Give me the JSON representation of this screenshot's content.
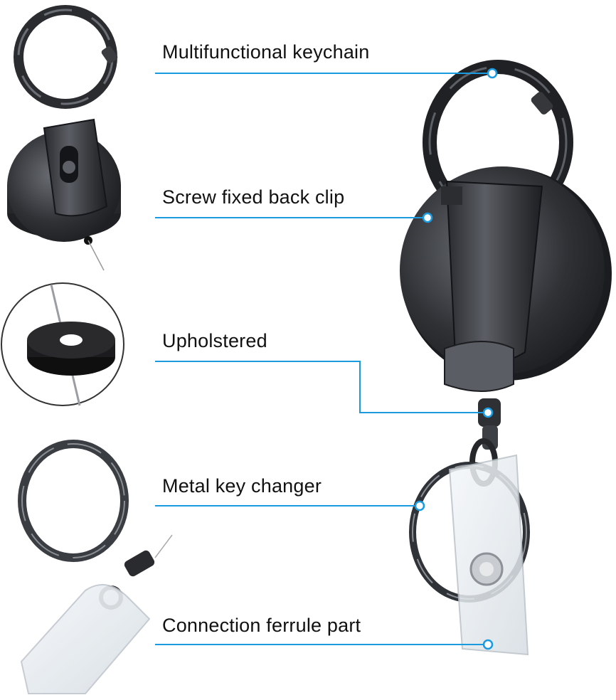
{
  "callouts": [
    {
      "id": "keychain",
      "text": "Multifunctional keychain"
    },
    {
      "id": "back-clip",
      "text": "Screw fixed back clip"
    },
    {
      "id": "upholstered",
      "text": "Upholstered"
    },
    {
      "id": "key-changer",
      "text": "Metal key changer"
    },
    {
      "id": "ferrule",
      "text": "Connection ferrule part"
    }
  ],
  "colors": {
    "callout_line": "#1a9be0",
    "metal_dark": "#2b2d31",
    "metal_mid": "#55585e",
    "metal_light": "#a9adb3",
    "rubber": "#1c1c1c",
    "plastic": "#e9eef2"
  }
}
